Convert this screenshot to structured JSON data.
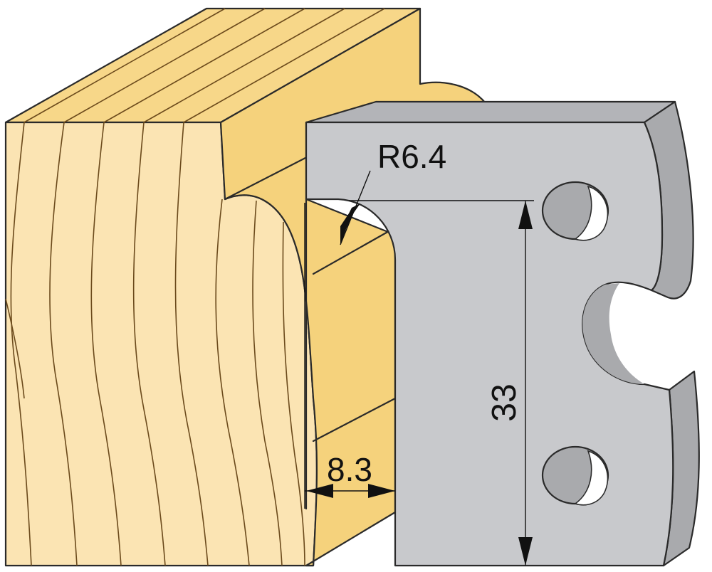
{
  "dimensions": {
    "radius": {
      "label": "R6.4"
    },
    "height": {
      "label": "33"
    },
    "depth": {
      "label": "8.3"
    }
  },
  "colors": {
    "wood_face": "#fbe4b3",
    "wood_top": "#f7d789",
    "wood_profile": "#f5d27c",
    "grain": "#6b4a1c",
    "steel_face": "#c8c9cc",
    "steel_side": "#a9aaad",
    "steel_top": "#b3b4b8",
    "outline": "#2a2a2a"
  }
}
